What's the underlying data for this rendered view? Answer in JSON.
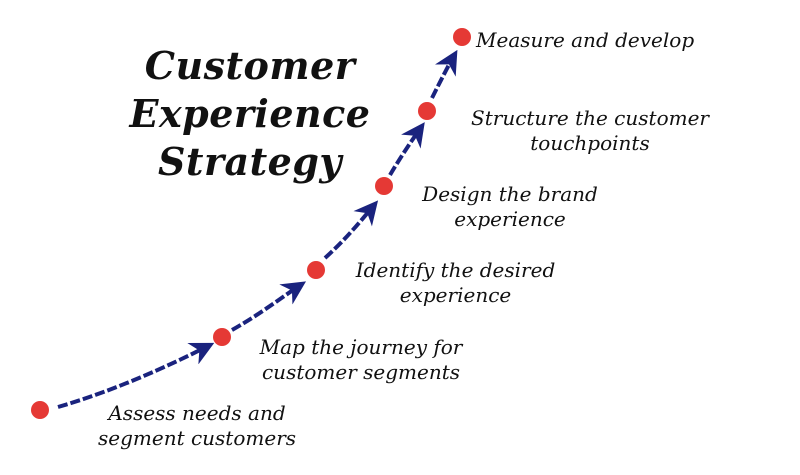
{
  "title": {
    "line1": "Customer",
    "line2": "Experience",
    "line3": "Strategy"
  },
  "colors": {
    "arrow": "#1a237e",
    "dot": "#e53935",
    "text": "#111111"
  },
  "steps": [
    {
      "line1": "Assess needs and",
      "line2": "segment customers"
    },
    {
      "line1": "Map the journey for",
      "line2": "customer segments"
    },
    {
      "line1": "Identify the desired",
      "line2": "experience"
    },
    {
      "line1": "Design the brand",
      "line2": "experience"
    },
    {
      "line1": "Structure the customer",
      "line2": "touchpoints"
    },
    {
      "line1": "Measure and develop",
      "line2": ""
    }
  ]
}
